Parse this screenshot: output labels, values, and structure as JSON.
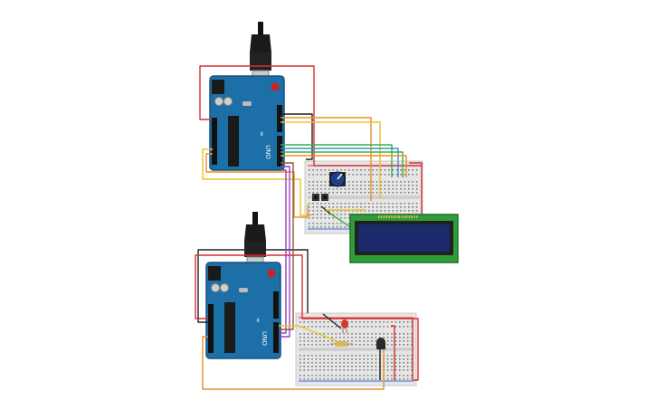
{
  "canvas": {
    "background": "#ffffff"
  },
  "boards": [
    {
      "id": "arduino-top",
      "label": "UNO"
    },
    {
      "id": "arduino-bottom",
      "label": "UNO"
    }
  ],
  "components": {
    "lcd": {
      "type": "16x2 LCD",
      "screen_color": "#1b2a6b",
      "pcb_color": "#2f9e3a"
    },
    "potentiometer": {
      "type": "potentiometer",
      "color": "#1f3f8a"
    },
    "push_buttons": {
      "count": 2
    },
    "led": {
      "color": "#d23a2a"
    },
    "resistor": {
      "color": "#d8b85a"
    },
    "temperature_sensor": {
      "color": "#2a2a2a"
    }
  },
  "wire_colors": {
    "red": "#d62f2f",
    "black": "#222222",
    "orange": "#e8902a",
    "yellow": "#e8c22a",
    "green": "#3cb043",
    "blue": "#3a8fd8",
    "purple": "#9b3cc6",
    "brown": "#8b5a2b"
  },
  "colors": {
    "board_blue": "#1d6fa8",
    "breadboard": "#e6e6e6",
    "rail_red": "#d62f2f",
    "rail_blue": "#3a6fd8"
  }
}
